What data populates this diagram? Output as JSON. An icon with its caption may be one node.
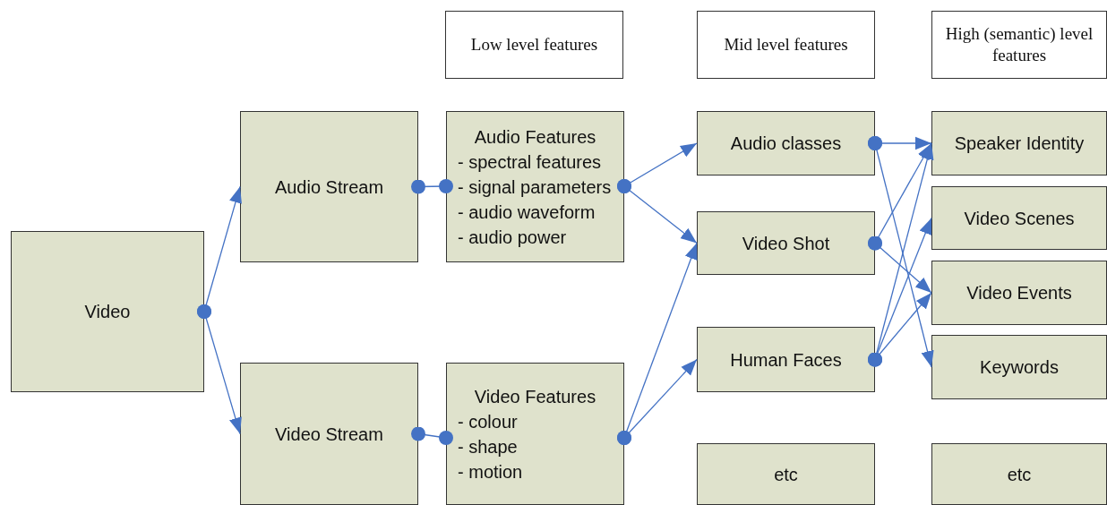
{
  "diagram": {
    "nodes": [
      {
        "text": [
          "Low level features"
        ]
      },
      {
        "text": [
          "Mid level features"
        ]
      },
      {
        "text": [
          "High (semantic) level features"
        ]
      },
      {
        "text": [
          "Video"
        ]
      },
      {
        "text": [
          "Audio Stream"
        ]
      },
      {
        "text": [
          "Video Stream"
        ]
      },
      {
        "text": [
          "Audio Features",
          "- spectral features",
          "- signal parameters",
          "- audio waveform",
          "- audio power"
        ]
      },
      {
        "text": [
          "Video Features",
          "- colour",
          "- shape",
          "- motion"
        ]
      },
      {
        "text": [
          "Audio classes"
        ]
      },
      {
        "text": [
          "Video Shot"
        ]
      },
      {
        "text": [
          "Human Faces"
        ]
      },
      {
        "text": [
          "etc"
        ]
      },
      {
        "text": [
          "Speaker Identity"
        ]
      },
      {
        "text": [
          "Video Scenes"
        ]
      },
      {
        "text": [
          "Video Events"
        ]
      },
      {
        "text": [
          "Keywords"
        ]
      },
      {
        "text": [
          "etc"
        ]
      }
    ],
    "edges": [
      {
        "from": 3,
        "to": 4,
        "arrow": "to"
      },
      {
        "from": 3,
        "to": 5,
        "arrow": "to"
      },
      {
        "from": 4,
        "to": 6,
        "arrow": "other"
      },
      {
        "from": 5,
        "to": 7,
        "arrow": "other"
      },
      {
        "from": 6,
        "to": 8,
        "arrow": "to"
      },
      {
        "from": 6,
        "to": 9,
        "arrow": "to"
      },
      {
        "from": 7,
        "to": 9,
        "arrow": "to"
      },
      {
        "from": 7,
        "to": 10,
        "arrow": "to"
      },
      {
        "from": 8,
        "to": 12,
        "arrow": "to"
      },
      {
        "from": 8,
        "to": 15,
        "arrow": "to"
      },
      {
        "from": 9,
        "to": 12,
        "arrow": "to"
      },
      {
        "from": 9,
        "to": 14,
        "arrow": "to"
      },
      {
        "from": 10,
        "to": 12,
        "arrow": "to"
      },
      {
        "from": 10,
        "to": 13,
        "arrow": "to"
      },
      {
        "from": 10,
        "to": 14,
        "arrow": "to"
      }
    ]
  }
}
